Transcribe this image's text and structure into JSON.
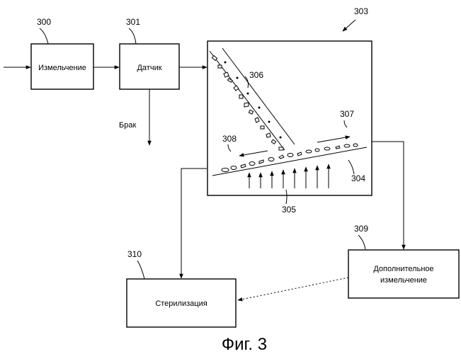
{
  "boxes": {
    "grinding": {
      "label": "Измельчение",
      "ref": "300"
    },
    "sensor": {
      "label": "Датчик",
      "ref": "301"
    },
    "separator": {
      "ref": "303"
    },
    "extra_grinding": {
      "label_line1": "Дополнительное",
      "label_line2": "измельчение",
      "ref": "309"
    },
    "sterilization": {
      "label": "Стерилизация",
      "ref": "310"
    }
  },
  "reject_label": "Брак",
  "part_refs": {
    "chute": "306",
    "right_flow": "307",
    "left_flow": "308",
    "conveyor": "304",
    "air_jets": "305"
  },
  "caption": "Фиг. 3"
}
